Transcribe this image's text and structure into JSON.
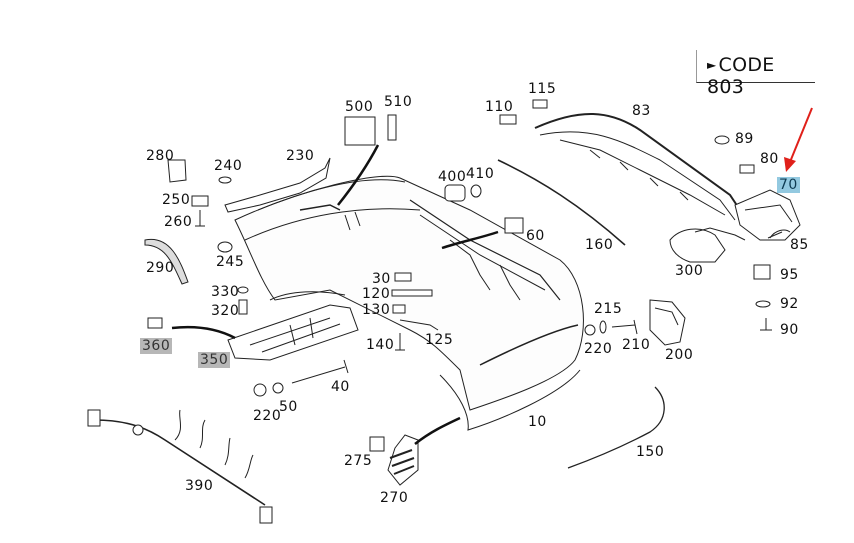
{
  "code_label": {
    "arrow_icon": "►",
    "text": "CODE 803"
  },
  "highlight_colors": {
    "selected": "#93c9e0",
    "dimmed": "#b7b7b7",
    "pointer_arrow": "#e0201a"
  },
  "selected_part": "70",
  "labels": {
    "p10": "10",
    "p30": "30",
    "p40": "40",
    "p50": "50",
    "p60": "60",
    "p70": "70",
    "p80": "80",
    "p83": "83",
    "p85": "85",
    "p89": "89",
    "p90": "90",
    "p92": "92",
    "p95": "95",
    "p110": "110",
    "p115": "115",
    "p120": "120",
    "p125": "125",
    "p130": "130",
    "p140": "140",
    "p150": "150",
    "p160": "160",
    "p200": "200",
    "p210": "210",
    "p215": "215",
    "p220a": "220",
    "p220b": "220",
    "p230": "230",
    "p240": "240",
    "p245": "245",
    "p250": "250",
    "p260": "260",
    "p270": "270",
    "p275": "275",
    "p280": "280",
    "p290": "290",
    "p300": "300",
    "p320": "320",
    "p330": "330",
    "p350": "350",
    "p360": "360",
    "p390": "390",
    "p400": "400",
    "p410": "410",
    "p500": "500",
    "p510": "510"
  }
}
